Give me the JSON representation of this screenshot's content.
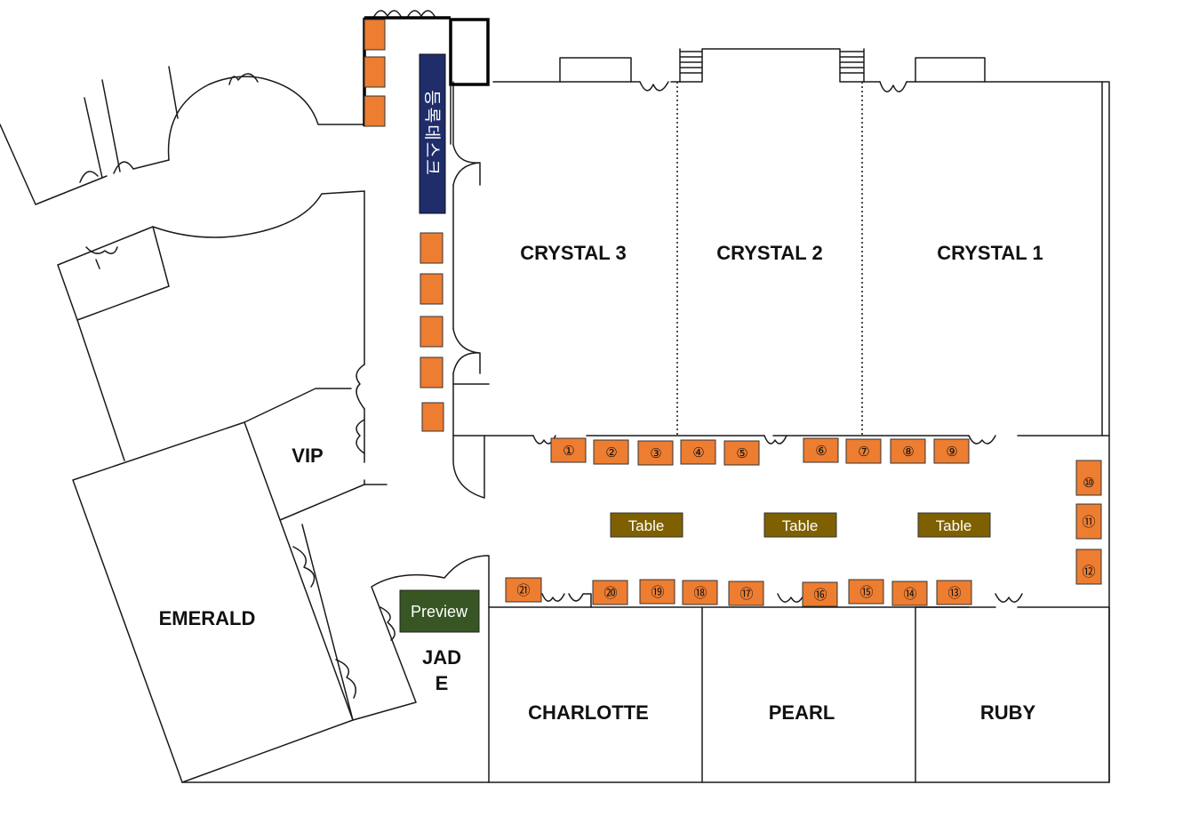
{
  "rooms": {
    "crystal3": "CRYSTAL 3",
    "crystal2": "CRYSTAL 2",
    "crystal1": "CRYSTAL 1",
    "vip": "VIP",
    "emerald": "EMERALD",
    "jade_line1": "JAD",
    "jade_line2": "E",
    "charlotte": "CHARLOTTE",
    "pearl": "PEARL",
    "ruby": "RUBY"
  },
  "registration_desk": "등록데스크",
  "preview_label": "Preview",
  "tables": [
    "Table",
    "Table",
    "Table"
  ],
  "booths": {
    "b1": "①",
    "b2": "②",
    "b3": "③",
    "b4": "④",
    "b5": "⑤",
    "b6": "⑥",
    "b7": "⑦",
    "b8": "⑧",
    "b9": "⑨",
    "b10": "⑩",
    "b11": "⑪",
    "b12": "⑫",
    "b13": "⑬",
    "b14": "⑭",
    "b15": "⑮",
    "b16": "⑯",
    "b17": "⑰",
    "b18": "⑱",
    "b19": "⑲",
    "b20": "⑳",
    "b21": "㉑"
  },
  "colors": {
    "booth": "#ED7D31",
    "table": "#7F6000",
    "preview": "#375623",
    "registration": "#1F2D6B"
  }
}
